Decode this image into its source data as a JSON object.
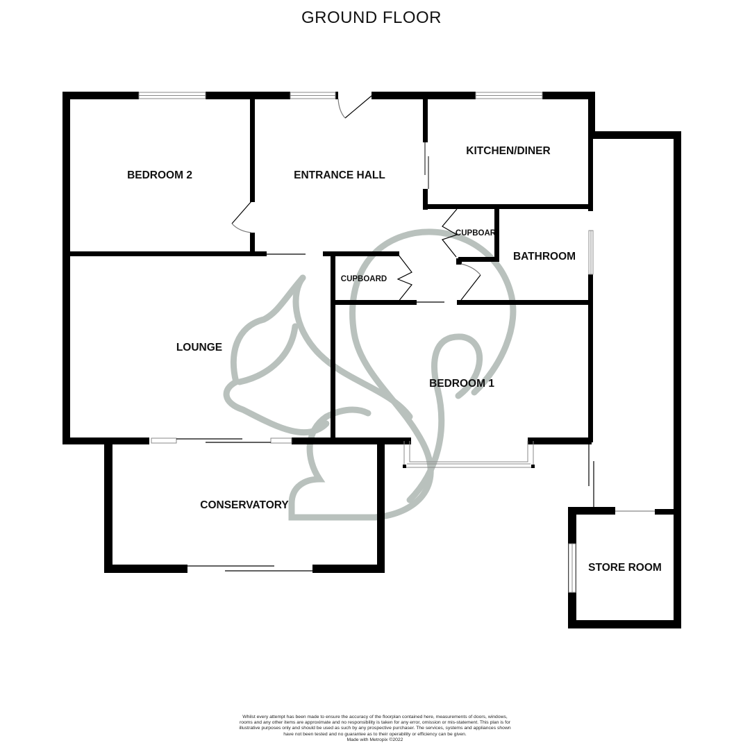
{
  "title": "GROUND FLOOR",
  "rooms": {
    "bedroom2": "BEDROOM 2",
    "entrance_hall": "ENTRANCE HALL",
    "kitchen_diner": "KITCHEN/DINER",
    "cupboard_upper": "CUPBOAR",
    "bathroom": "BATHROOM",
    "cupboard_lower": "CUPBOARD",
    "lounge": "LOUNGE",
    "bedroom1": "BEDROOM 1",
    "conservatory": "CONSERVATORY",
    "store_room": "STORE ROOM"
  },
  "footer": {
    "disclaimer": "Whilst every attempt has been made to ensure the accuracy of the floorplan contained here, measurements of doors, windows, rooms and any other items are approximate and no responsibility is taken for any error, omission or mis-statement. This plan is for illustrative purposes only and should be used as such by any prospective purchaser. The services, systems and appliances shown have not been tested and no guarantee as to their operability or efficiency can be given.",
    "credit": "Made with Metropix ©2022"
  },
  "colors": {
    "wall": "#000000",
    "watermark": "#b9c1bd",
    "window": "#888888"
  }
}
